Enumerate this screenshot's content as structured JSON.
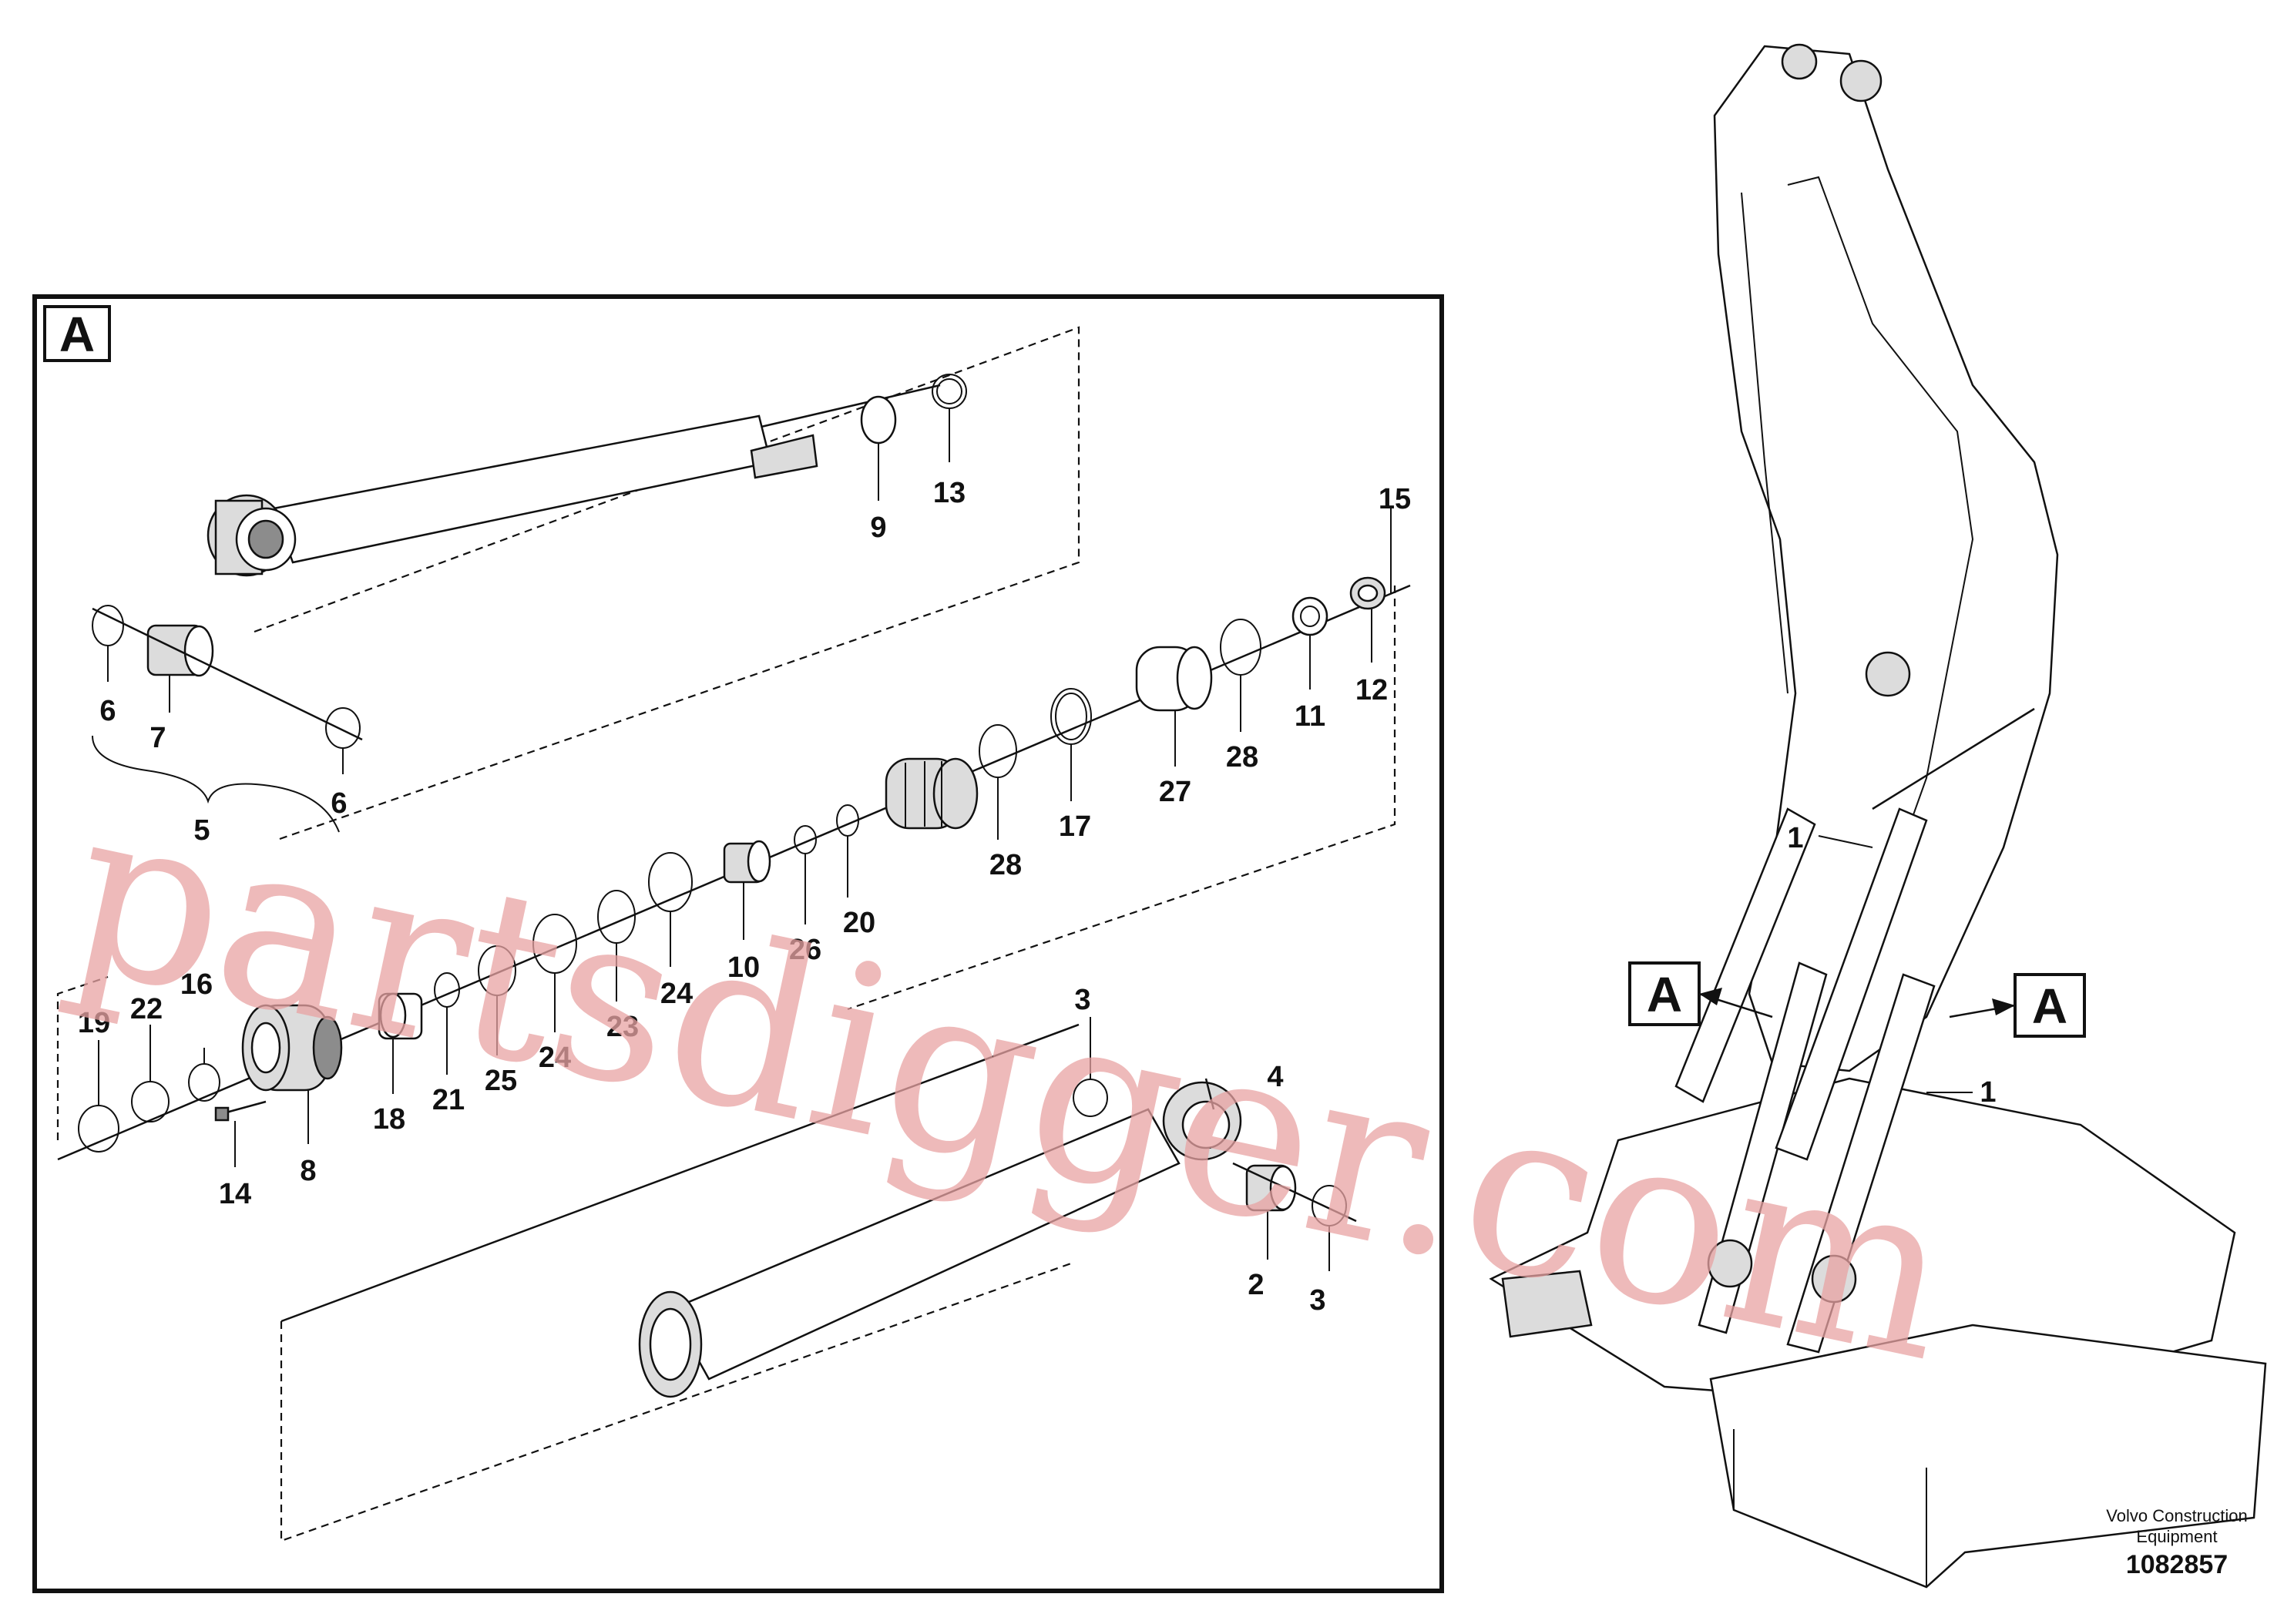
{
  "detail": {
    "label": "A"
  },
  "callouts": {
    "c1a": "1",
    "c1b": "1",
    "c2": "2",
    "c3a": "3",
    "c3b": "3",
    "c4": "4",
    "c5": "5",
    "c6a": "6",
    "c6b": "6",
    "c7": "7",
    "c8": "8",
    "c9": "9",
    "c10": "10",
    "c11": "11",
    "c12": "12",
    "c13": "13",
    "c14": "14",
    "c15": "15",
    "c16": "16",
    "c17": "17",
    "c18": "18",
    "c19": "19",
    "c20": "20",
    "c21": "21",
    "c22": "22",
    "c23": "23",
    "c24a": "24",
    "c24b": "24",
    "c25": "25",
    "c26": "26",
    "c27": "27",
    "c28a": "28",
    "c28b": "28"
  },
  "refs": {
    "left": "A",
    "right": "A"
  },
  "footer": {
    "company_line1": "Volvo Construction",
    "company_line2": "Equipment",
    "drawing_number": "1082857"
  },
  "watermark": "partsdigger.com"
}
